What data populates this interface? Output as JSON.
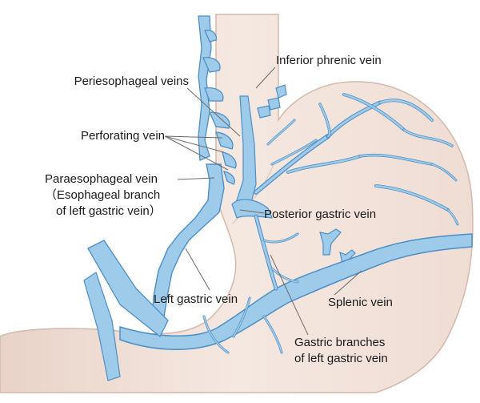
{
  "labels": {
    "periesophageal": "Periesophageal veins",
    "perforating": "Perforating vein",
    "paraesophageal": [
      "Paraesophageal vein",
      "（Esophageal branch",
      "of left gastric vein）"
    ],
    "inferior_phrenic": "Inferior phrenic vein",
    "posterior_gastric": "Posterior gastric vein",
    "left_gastric": "Left gastric vein",
    "splenic": "Splenic vein",
    "gastric_branches": [
      "Gastric branches",
      "of left gastric vein"
    ]
  },
  "colors": {
    "stomach_fill": "#f3e6df",
    "stomach_edge": "#d4b8ab",
    "vein_fill": "#9fcbea",
    "vein_edge": "#4c8fc4",
    "leader_line": "#6a6a6a"
  }
}
